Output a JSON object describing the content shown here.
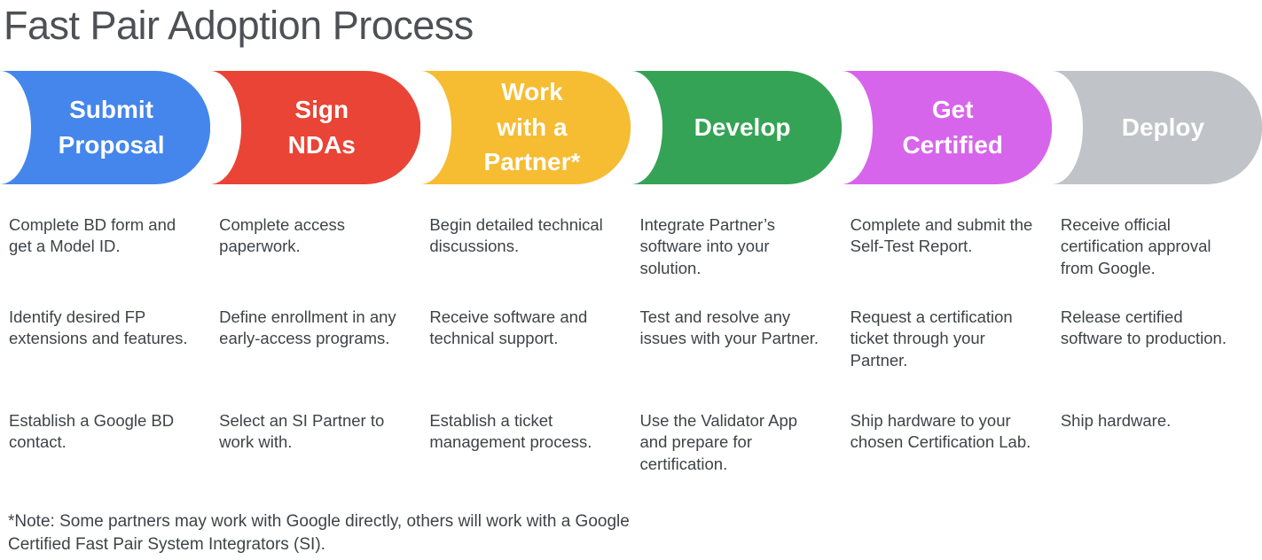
{
  "title": "Fast Pair Adoption Process",
  "note": "*Note: Some partners may work with Google directly, others will work with a Google Certified Fast Pair System Integrators (SI).",
  "colors": {
    "blue": "#4486EC",
    "red": "#E94436",
    "yellow": "#F6BC32",
    "green": "#35A355",
    "magenta": "#D765EB",
    "gray": "#C0C3C8",
    "body_text": "#3F4347"
  },
  "stages": [
    {
      "label": "Submit\nProposal",
      "color": "#4486EC",
      "steps": [
        "Complete BD form and get a Model ID.",
        "Identify desired FP extensions and features.",
        "Establish a Google BD contact."
      ]
    },
    {
      "label": "Sign\nNDAs",
      "color": "#E94436",
      "steps": [
        "Complete access paperwork.",
        "Define enrollment in any early-access programs.",
        "Select an SI Partner to work with."
      ]
    },
    {
      "label": "Work\nwith a\nPartner*",
      "color": "#F6BC32",
      "steps": [
        "Begin detailed technical discussions.",
        "Receive software and technical support.",
        "Establish a ticket management process."
      ]
    },
    {
      "label": "Develop",
      "color": "#35A355",
      "steps": [
        "Integrate Partner’s software into your solution.",
        "Test and resolve any issues with your Partner.",
        "Use the Validator App and prepare for certification."
      ]
    },
    {
      "label": "Get\nCertified",
      "color": "#D765EB",
      "steps": [
        "Complete and submit the Self-Test Report.",
        "Request a certification ticket through your Partner.",
        "Ship hardware to your chosen Certification Lab."
      ]
    },
    {
      "label": "Deploy",
      "color": "#C0C3C8",
      "steps": [
        "Receive official certification approval from Google.",
        "Release certified software to production.",
        "Ship hardware."
      ]
    }
  ]
}
